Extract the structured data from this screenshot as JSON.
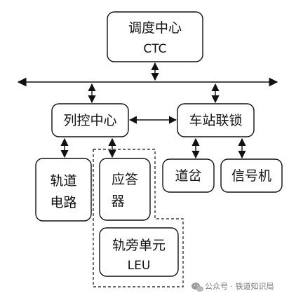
{
  "nodes": {
    "ctc": {
      "line1": "调度中心",
      "line2": "CTC"
    },
    "train_control": {
      "label": "列控中心"
    },
    "interlocking": {
      "label": "车站联锁"
    },
    "track_circuit": {
      "line1": "轨道",
      "line2": "电路"
    },
    "balise": {
      "line1": "应答",
      "line2": "器"
    },
    "switch": {
      "label": "道岔"
    },
    "signal": {
      "label": "信号机"
    },
    "leu": {
      "line1": "轨旁单元",
      "line2": "LEU"
    }
  },
  "watermark": {
    "text": "公众号 · 铁道知识局"
  },
  "colors": {
    "stroke": "#111111",
    "watermark": "#7a7a7a"
  }
}
